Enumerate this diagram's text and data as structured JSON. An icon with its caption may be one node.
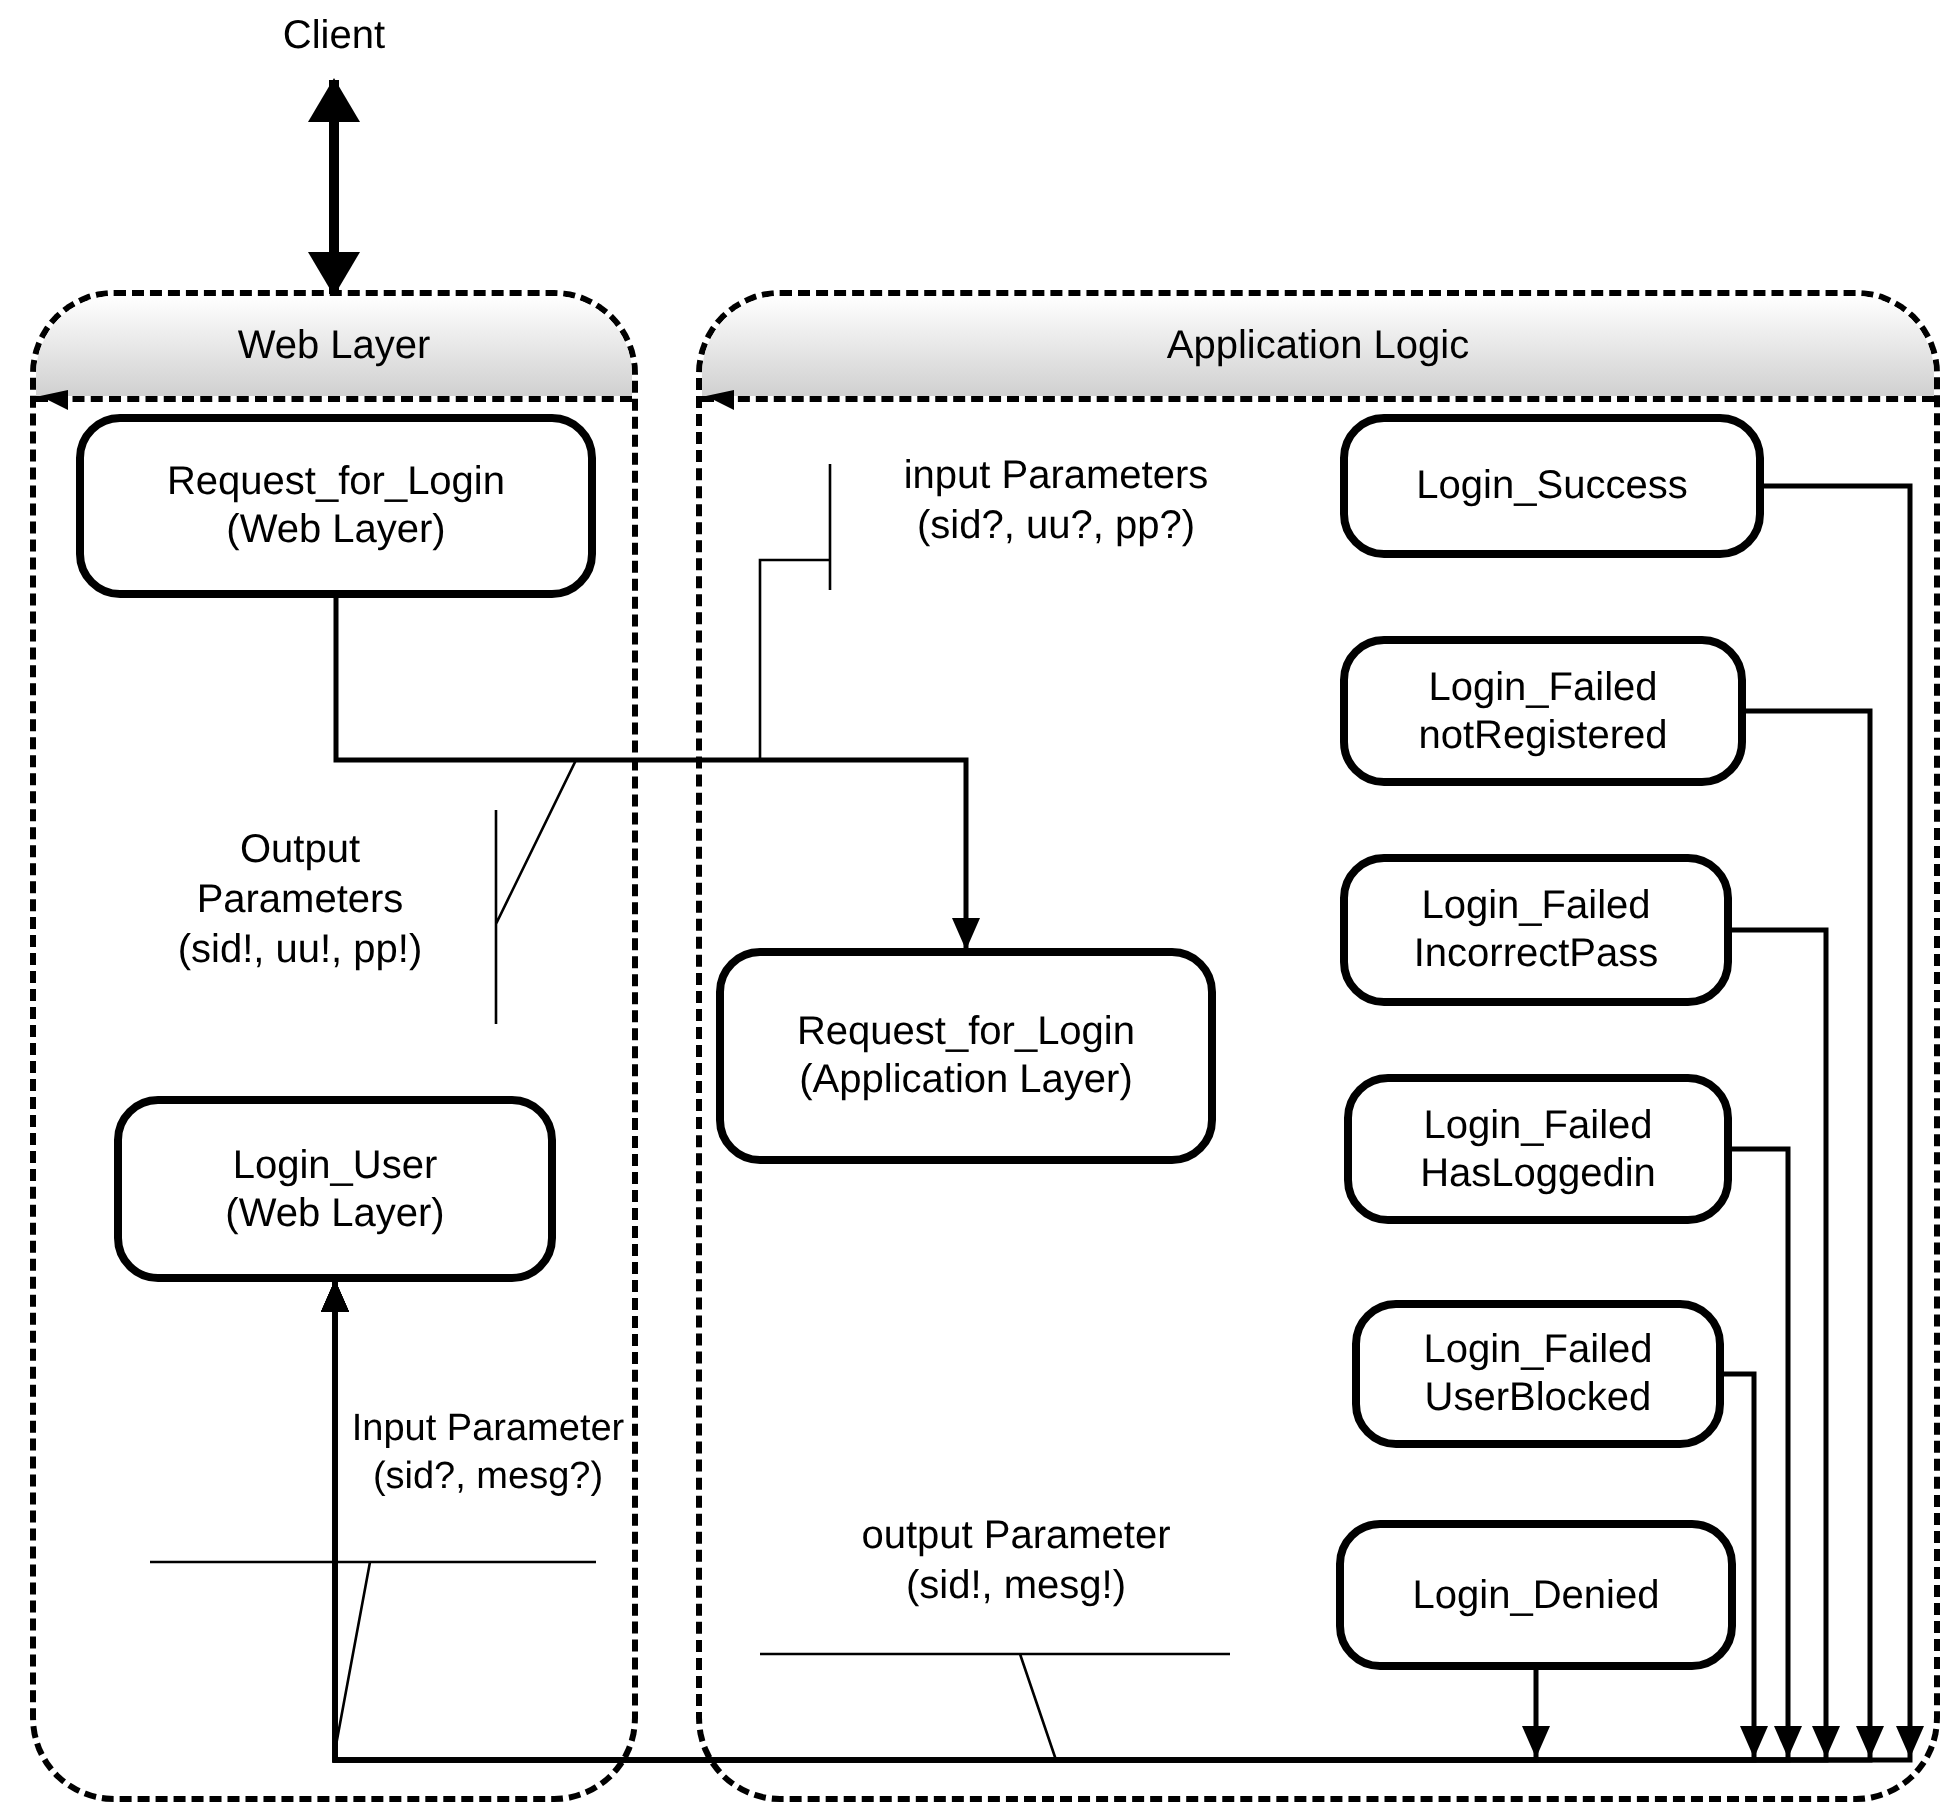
{
  "diagram": {
    "nodes": [
      {
        "text": [
          "Client"
        ]
      },
      {
        "text": [
          "Web Layer"
        ]
      },
      {
        "text": [
          "Application Logic"
        ]
      },
      {
        "text": [
          "Request_for_Login (Web Layer)"
        ],
        "in": 1
      },
      {
        "text": [
          "Login_User (Web Layer)"
        ],
        "in": 1
      },
      {
        "text": [
          "Request_for_Login (Application Layer)"
        ],
        "in": 2
      },
      {
        "text": [
          "Login_Success"
        ],
        "in": 2
      },
      {
        "text": [
          "Login_Failed notRegistered"
        ],
        "in": 2
      },
      {
        "text": [
          "Login_Failed IncorrectPass"
        ],
        "in": 2
      },
      {
        "text": [
          "Login_Failed HasLoggedin"
        ],
        "in": 2
      },
      {
        "text": [
          "Login_Failed UserBlocked"
        ],
        "in": 2
      },
      {
        "text": [
          "Login_Denied"
        ],
        "in": 2
      },
      {
        "text": [
          "input Parameters (sid?, uu?, pp?)"
        ],
        "in": 2
      },
      {
        "text": [
          "Output Parameters (sid!, uu!, pp!)"
        ],
        "in": 1
      },
      {
        "text": [
          "Input Parameter (sid?, mesg?)"
        ],
        "in": 1
      },
      {
        "text": [
          "output Parameter (sid!, mesg!)"
        ],
        "in": 2
      }
    ],
    "edges": [
      {
        "from": 0,
        "to": 1,
        "arrow": "both",
        "style": "thick"
      },
      {
        "from": 3,
        "to": 5,
        "arrow": "to"
      },
      {
        "from": 6,
        "to": 4,
        "arrow": "to"
      },
      {
        "from": 7,
        "to": 4,
        "arrow": "to"
      },
      {
        "from": 8,
        "to": 4,
        "arrow": "to"
      },
      {
        "from": 9,
        "to": 4,
        "arrow": "to"
      },
      {
        "from": 10,
        "to": 4,
        "arrow": "to"
      },
      {
        "from": 11,
        "to": 4,
        "arrow": "to"
      },
      {
        "from": 12,
        "to": null,
        "arrow": "none"
      },
      {
        "from": 13,
        "to": null,
        "arrow": "none"
      },
      {
        "from": 14,
        "to": null,
        "arrow": "none"
      },
      {
        "from": 15,
        "to": null,
        "arrow": "none"
      }
    ]
  }
}
